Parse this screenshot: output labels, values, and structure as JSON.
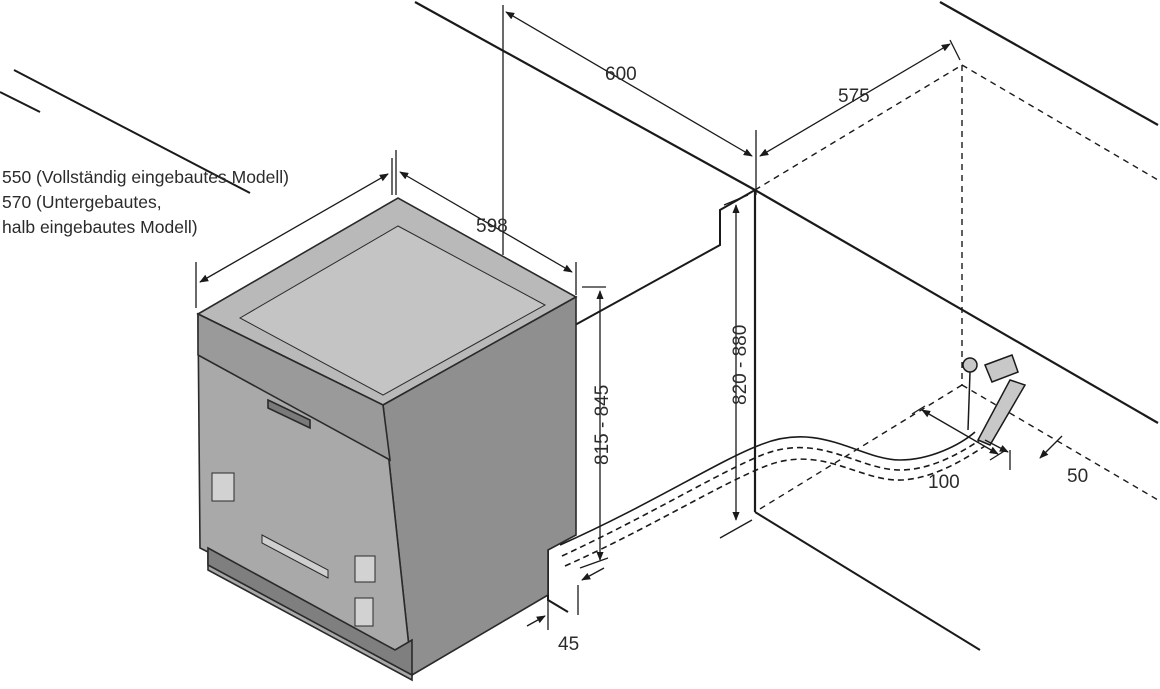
{
  "depth_note": {
    "line1": "550 (Vollständig eingebautes Modell)",
    "line2": "570 (Untergebautes,",
    "line3": "halb eingebautes Modell)"
  },
  "dimensions": {
    "niche_width": "600",
    "niche_depth": "575",
    "appliance_width": "598",
    "niche_height": "820 - 880",
    "appliance_height": "815 - 845",
    "plinth_offset": "45",
    "connection_zone_width": "100",
    "connection_zone_offset": "50"
  },
  "colors": {
    "line": "#1a1a1a",
    "appliance_front": "#a9a9a9",
    "appliance_side": "#8f8f8f",
    "appliance_top": "#b9b9b9",
    "text": "#2b2b2b"
  }
}
